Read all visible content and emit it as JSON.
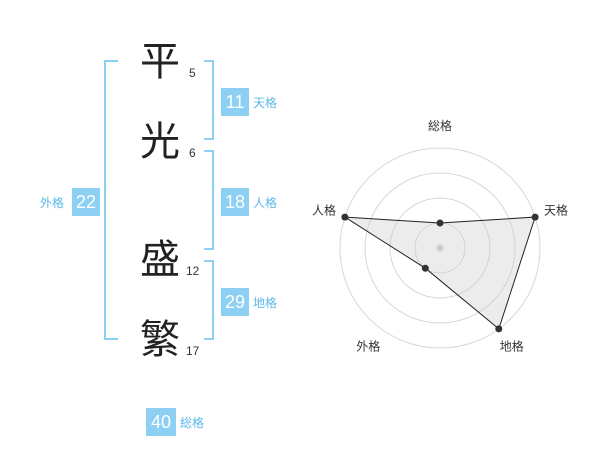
{
  "name": {
    "characters": [
      {
        "char": "平",
        "strokes": "5"
      },
      {
        "char": "光",
        "strokes": "6"
      },
      {
        "char": "盛",
        "strokes": "12"
      },
      {
        "char": "繁",
        "strokes": "17"
      }
    ]
  },
  "fortune": {
    "tenkaku": {
      "value": "11",
      "label": "天格"
    },
    "jinkaku": {
      "value": "18",
      "label": "人格"
    },
    "chikaku": {
      "value": "29",
      "label": "地格"
    },
    "gaikaku": {
      "value": "22",
      "label": "外格"
    },
    "soukaku": {
      "value": "40",
      "label": "総格"
    }
  },
  "colors": {
    "accent": "#8ed0f4",
    "accent_text": "#5bb8ea"
  },
  "chart_data": {
    "type": "radar",
    "axes": [
      "総格",
      "天格",
      "地格",
      "外格",
      "人格"
    ],
    "rings": 4,
    "max": 4,
    "values": [
      1,
      4,
      4,
      1,
      4
    ]
  }
}
